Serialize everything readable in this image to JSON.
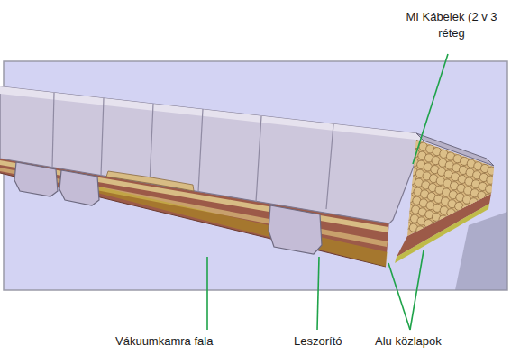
{
  "diagram": {
    "labels": [
      "MI Kábelek (2 v 3 réteg",
      "Vákuumkamra fala",
      "Leszorító",
      "Alu közlapok"
    ]
  }
}
